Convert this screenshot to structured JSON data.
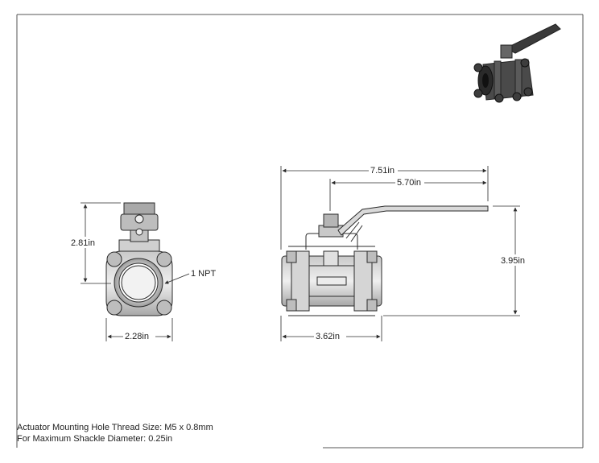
{
  "dimensions": {
    "front_height": "2.81in",
    "front_width": "2.28in",
    "thread_callout": "1 NPT",
    "side_overall_length": "7.51in",
    "side_handle_length": "5.70in",
    "side_height": "3.95in",
    "side_body_length": "3.62in"
  },
  "notes": {
    "line1": "Actuator Mounting Hole Thread Size: M5 x 0.8mm",
    "line2": "For Maximum Shackle Diameter: 0.25in"
  },
  "colors": {
    "line": "#2b2b2b",
    "metal_light": "#d9d9d9",
    "metal_mid": "#a9a9a9",
    "metal_dark": "#555555",
    "handle": "#333333"
  }
}
